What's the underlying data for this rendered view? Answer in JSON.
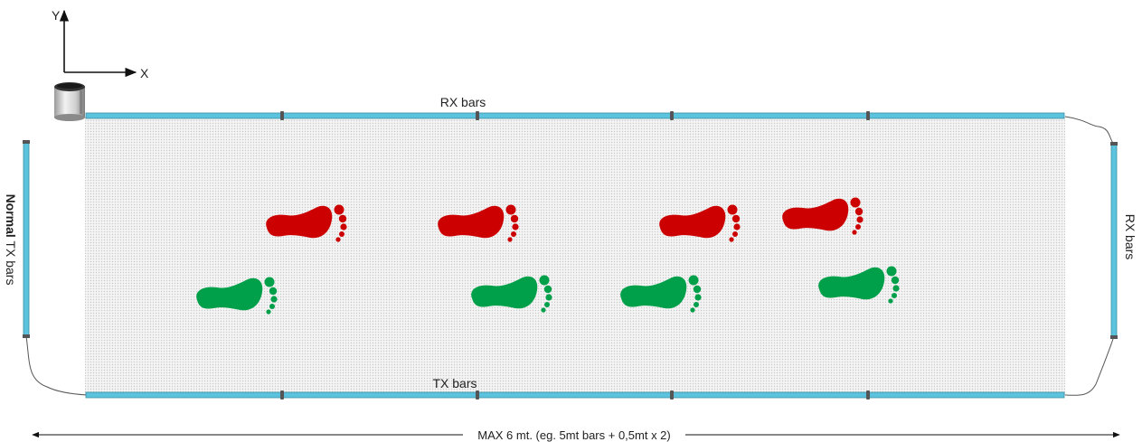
{
  "axes": {
    "y_label": "Y",
    "x_label": "X"
  },
  "labels": {
    "rx_top": "RX bars",
    "tx_bottom": "TX bars",
    "rx_right": "RX bars",
    "tx_left_bold": "Normal",
    "tx_left_rest": " TX bars",
    "dimension": "MAX 6 mt. (eg. 5mt bars + 0,5mt x 2)"
  },
  "colors": {
    "bar": "#5bc3dd",
    "bar_edge": "#3a8ea6",
    "connector": "#555555",
    "left_footprint": "#cc0000",
    "right_footprint": "#00a04a",
    "mat": "#ececec"
  },
  "icons": {
    "controller": "cylinder-controller-icon",
    "footprint": "footprint-icon"
  }
}
